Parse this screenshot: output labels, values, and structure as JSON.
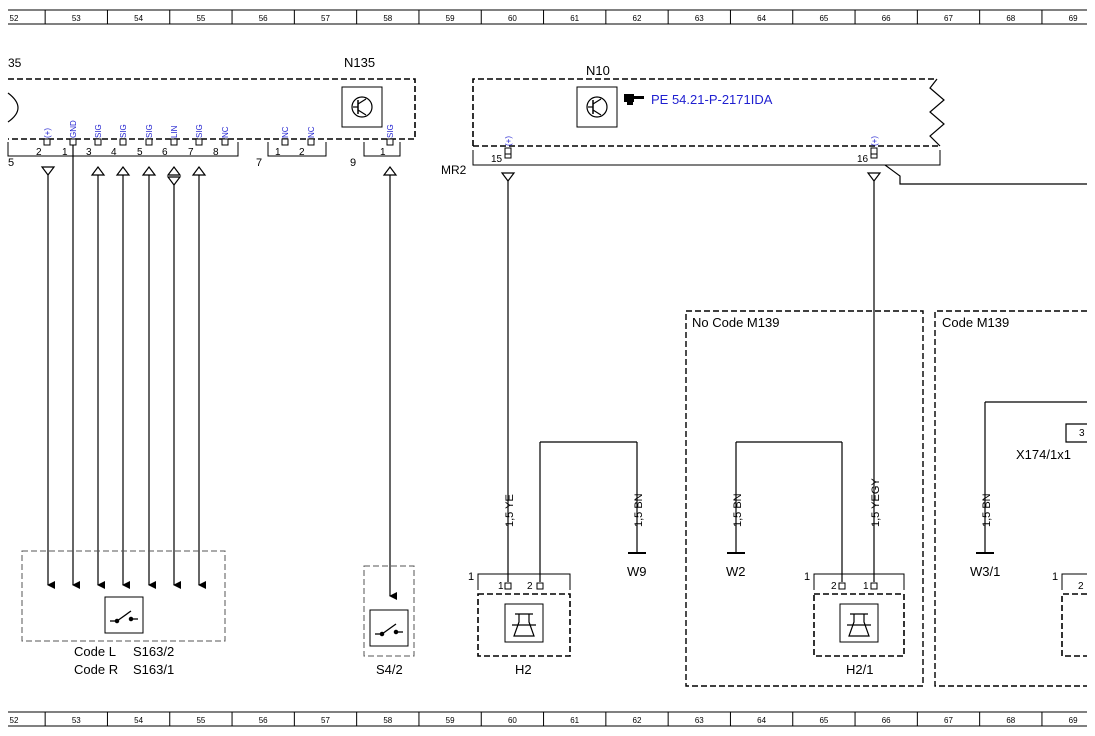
{
  "grid": {
    "columns": [
      "52",
      "53",
      "54",
      "55",
      "56",
      "57",
      "58",
      "59",
      "60",
      "61",
      "62",
      "63",
      "64",
      "65",
      "66",
      "67",
      "68",
      "69"
    ]
  },
  "n135": {
    "partial_label": "35",
    "title": "N135",
    "pins": [
      {
        "num": "2",
        "sig": "(+)"
      },
      {
        "num": "1",
        "sig": "GND"
      },
      {
        "num": "3",
        "sig": "SIG"
      },
      {
        "num": "4",
        "sig": "SIG"
      },
      {
        "num": "5",
        "sig": "SIG"
      },
      {
        "num": "6",
        "sig": "LIN"
      },
      {
        "num": "7",
        "sig": "SIG"
      },
      {
        "num": "8",
        "sig": "NC"
      }
    ],
    "connector_5": "5",
    "connector_7": {
      "label": "7",
      "pins": [
        {
          "num": "1",
          "sig": "NC"
        },
        {
          "num": "2",
          "sig": "NC"
        }
      ]
    },
    "connector_9": {
      "label": "9",
      "pin": {
        "num": "1",
        "sig": "SIG"
      }
    }
  },
  "n10": {
    "title": "N10",
    "reference_icon": "pointing-hand-icon",
    "reference": "PE 54.21-P-2171IDA",
    "connector": "MR2",
    "pins": [
      {
        "num": "15",
        "sig": "(+)"
      },
      {
        "num": "16",
        "sig": "(+)"
      }
    ]
  },
  "switches": {
    "s163_line1": "Code L",
    "s163_code1": "S163/2",
    "s163_line2": "Code R",
    "s163_code2": "S163/1",
    "s4": "S4/2"
  },
  "wires": {
    "h2_ye": "1,5 YE",
    "h2_bn": "1,5 BN",
    "h21_bn": "1,5 BN",
    "h21_yegy": "1,5 YEGY",
    "w31_bn": "1,5 BN"
  },
  "grounds": {
    "w9": "W9",
    "w2": "W2",
    "w31": "W3/1"
  },
  "horns": {
    "h2": {
      "label": "H2",
      "conn": "1",
      "pin1": "1",
      "pin2": "2"
    },
    "h21": {
      "label": "H2/1",
      "conn": "1",
      "pin1": "1",
      "pin2": "2"
    },
    "h3": {
      "conn": "1",
      "pin": "2"
    }
  },
  "zones": {
    "no_code": "No  Code M139",
    "code": "Code M139"
  },
  "x174": {
    "label": "X174/1x1",
    "pin": "3"
  },
  "colors": {
    "line": "#000000",
    "signal_text": "#1f1fd0",
    "dash_box": "#555555"
  }
}
